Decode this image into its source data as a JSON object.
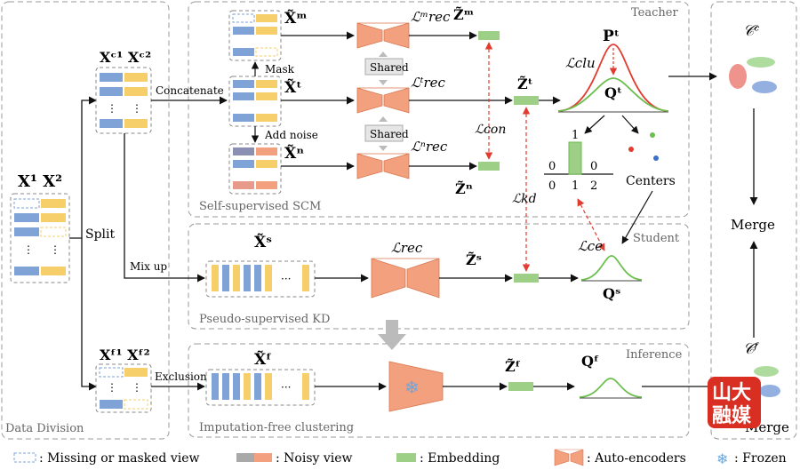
{
  "regions": {
    "data_division": "Data Division",
    "teacher": "Teacher",
    "student": "Student",
    "inference": "Inference",
    "scm": "Self-supervised SCM",
    "kd": "Pseudo-supervised KD",
    "imputation_free": "Imputation-free clustering",
    "merge_bottom": "Merge"
  },
  "labels": {
    "split": "Split",
    "concatenate": "Concatenate",
    "mask": "Mask",
    "add_noise": "Add noise",
    "shared1": "Shared",
    "shared2": "Shared",
    "mix_up": "Mix up",
    "exclusion": "Exclusion",
    "centers": "Centers",
    "merge": "Merge"
  },
  "math": {
    "x1x2": "X¹ X²",
    "xc": "Xᶜ¹ Xᶜ²",
    "xf": "Xᶠ¹ Xᶠ²",
    "xm": "X̃ᵐ",
    "xt": "X̃ᵗ",
    "xn": "X̃ⁿ",
    "xs": "X̃ˢ",
    "xfv": "X̃ᶠ",
    "lrec_m": "ℒᵐrec",
    "lrec_t": "ℒᵗrec",
    "lrec_n": "ℒⁿrec",
    "lrec": "ℒrec",
    "zm": "Z̃ᵐ",
    "zt": "Z̃ᵗ",
    "zn": "Z̃ⁿ",
    "zs": "Z̃ˢ",
    "zf": "Z̃ᶠ",
    "lcon": "ℒcon",
    "lkd": "ℒkd",
    "lclu": "ℒclu",
    "lce": "ℒce",
    "pt": "Pᵗ",
    "qt": "Qᵗ",
    "qs": "Qˢ",
    "qf": "Qᶠ",
    "cc": "𝒞ᶜ",
    "cf": "𝒞ᶠ"
  },
  "bar": {
    "values": [
      0,
      1,
      0
    ],
    "ticks": [
      "0",
      "1",
      "2"
    ]
  },
  "legend": {
    "missing": ": Missing or masked view",
    "noisy": ": Noisy view",
    "embedding": ": Embedding",
    "autoencoders": ": Auto-encoders",
    "frozen": ": Frozen"
  },
  "watermark": "山大融媒",
  "colors": {
    "blue": "#7fa3d6",
    "yellow": "#f6cf6b",
    "green": "#9dcf87",
    "orange": "#f2a07e",
    "red": "#e23b2f",
    "curve_green": "#6cbf4f",
    "dashed_red": "#e23b2f"
  }
}
